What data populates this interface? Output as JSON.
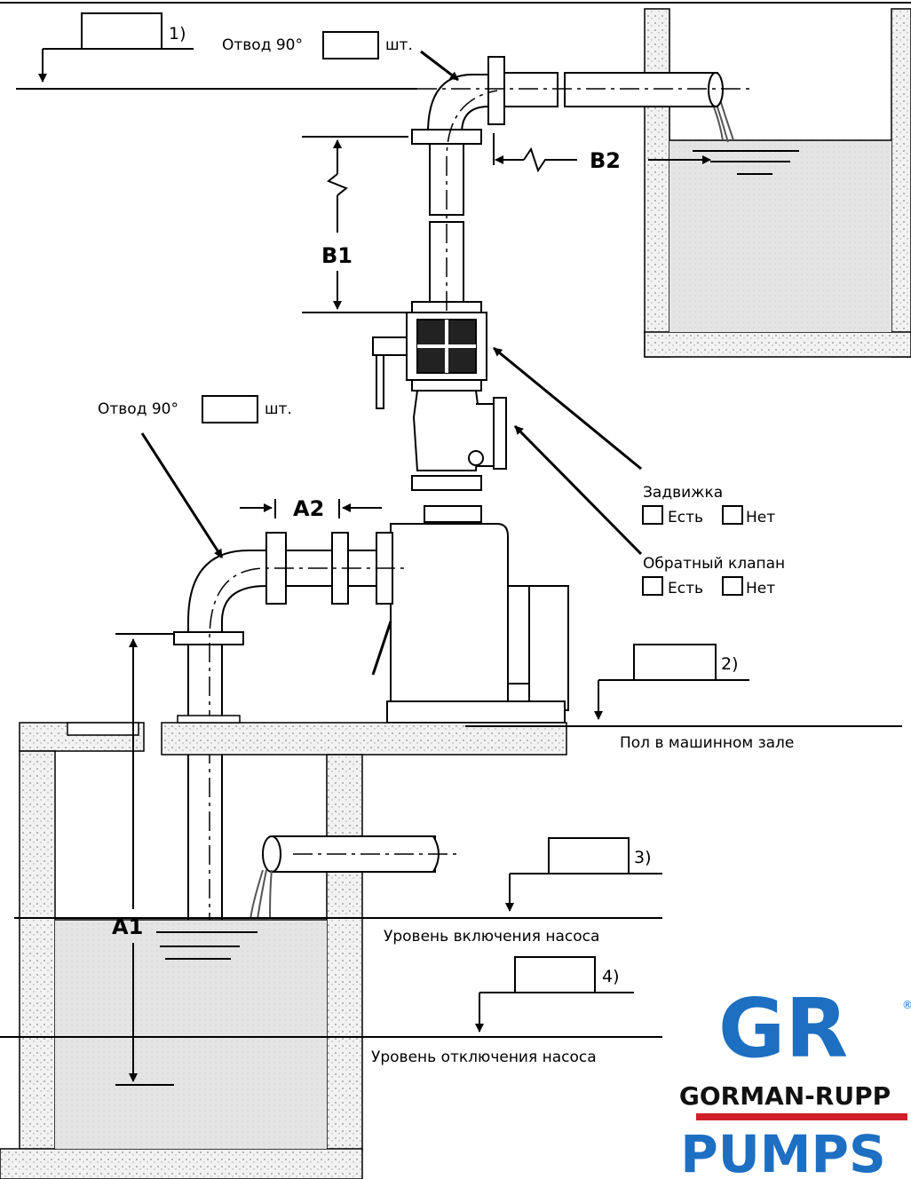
{
  "labels": {
    "elbow_top": "Отвод 90°",
    "elbow_bottom": "Отвод 90°",
    "pcs_unit": "шт.",
    "gate_valve": "Задвижка",
    "check_valve": "Обратный клапан",
    "yes": "Есть",
    "no": "Нет",
    "machine_floor": "Пол в машинном зале",
    "pump_on_level": "Уровень включения  насоса",
    "pump_off_level": "Уровень отключения  насоса"
  },
  "dimensions": {
    "a1": "A1",
    "a2": "A2",
    "b1": "B1",
    "b2": "B2"
  },
  "markers": {
    "m1": "1)",
    "m2": "2)",
    "m3": "3)",
    "m4": "4)"
  },
  "logo": {
    "letters": "GR",
    "line1": "GORMAN-RUPP",
    "line2": "PUMPS",
    "registered": "®",
    "blue": "#1d6fc2",
    "red": "#d0202a"
  },
  "colors": {
    "line": "#000000",
    "concrete": "#f0f0f0",
    "water": "#e6e6e6"
  }
}
